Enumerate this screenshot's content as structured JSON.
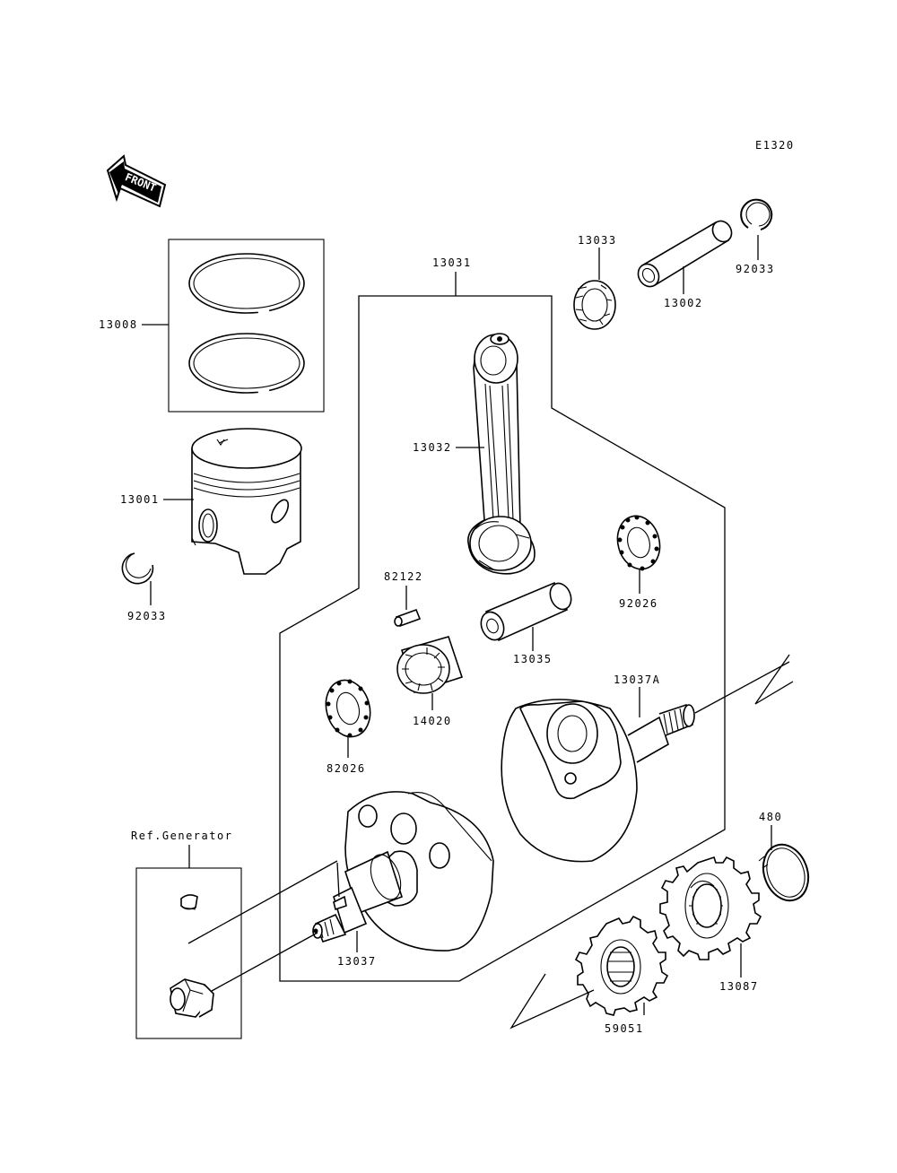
{
  "diagram_code": "E1320",
  "front_label": "FRONT",
  "ref_label": "Ref.Generator",
  "parts": {
    "p13008": "13008",
    "p13001": "13001",
    "p92033a": "92033",
    "p13031": "13031",
    "p13033": "13033",
    "p13002": "13002",
    "p92033b": "92033",
    "p13032": "13032",
    "p82122": "82122",
    "p92026a": "92026",
    "p13035": "13035",
    "p14020": "14020",
    "p82026": "82026",
    "p13037A": "13037A",
    "p480": "480",
    "p13037": "13037",
    "p13087": "13087",
    "p59051": "59051"
  }
}
